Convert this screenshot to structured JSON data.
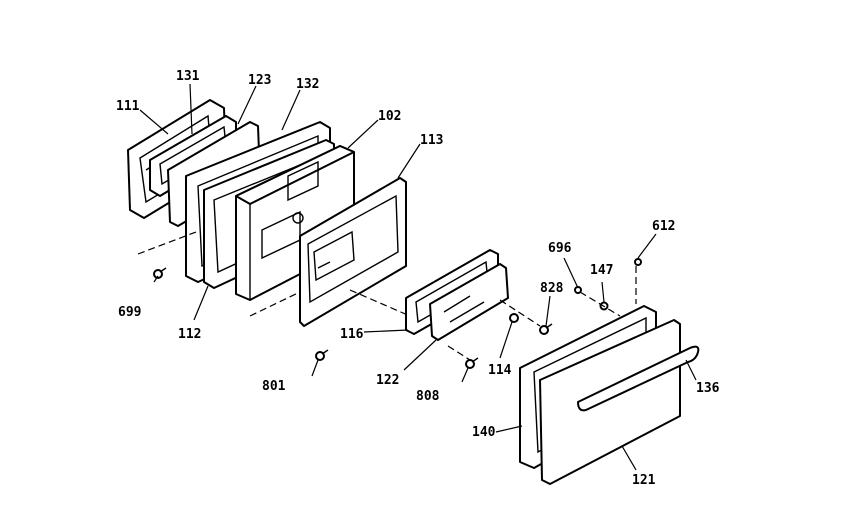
{
  "labels": {
    "p111": "111",
    "p131": "131",
    "p123": "123",
    "p132": "132",
    "p102": "102",
    "p113": "113",
    "p699": "699",
    "p112": "112",
    "p116": "116",
    "p801": "801",
    "p122": "122",
    "p808": "808",
    "p114": "114",
    "p828": "828",
    "p696": "696",
    "p147": "147",
    "p612": "612",
    "p136": "136",
    "p140": "140",
    "p121": "121"
  }
}
